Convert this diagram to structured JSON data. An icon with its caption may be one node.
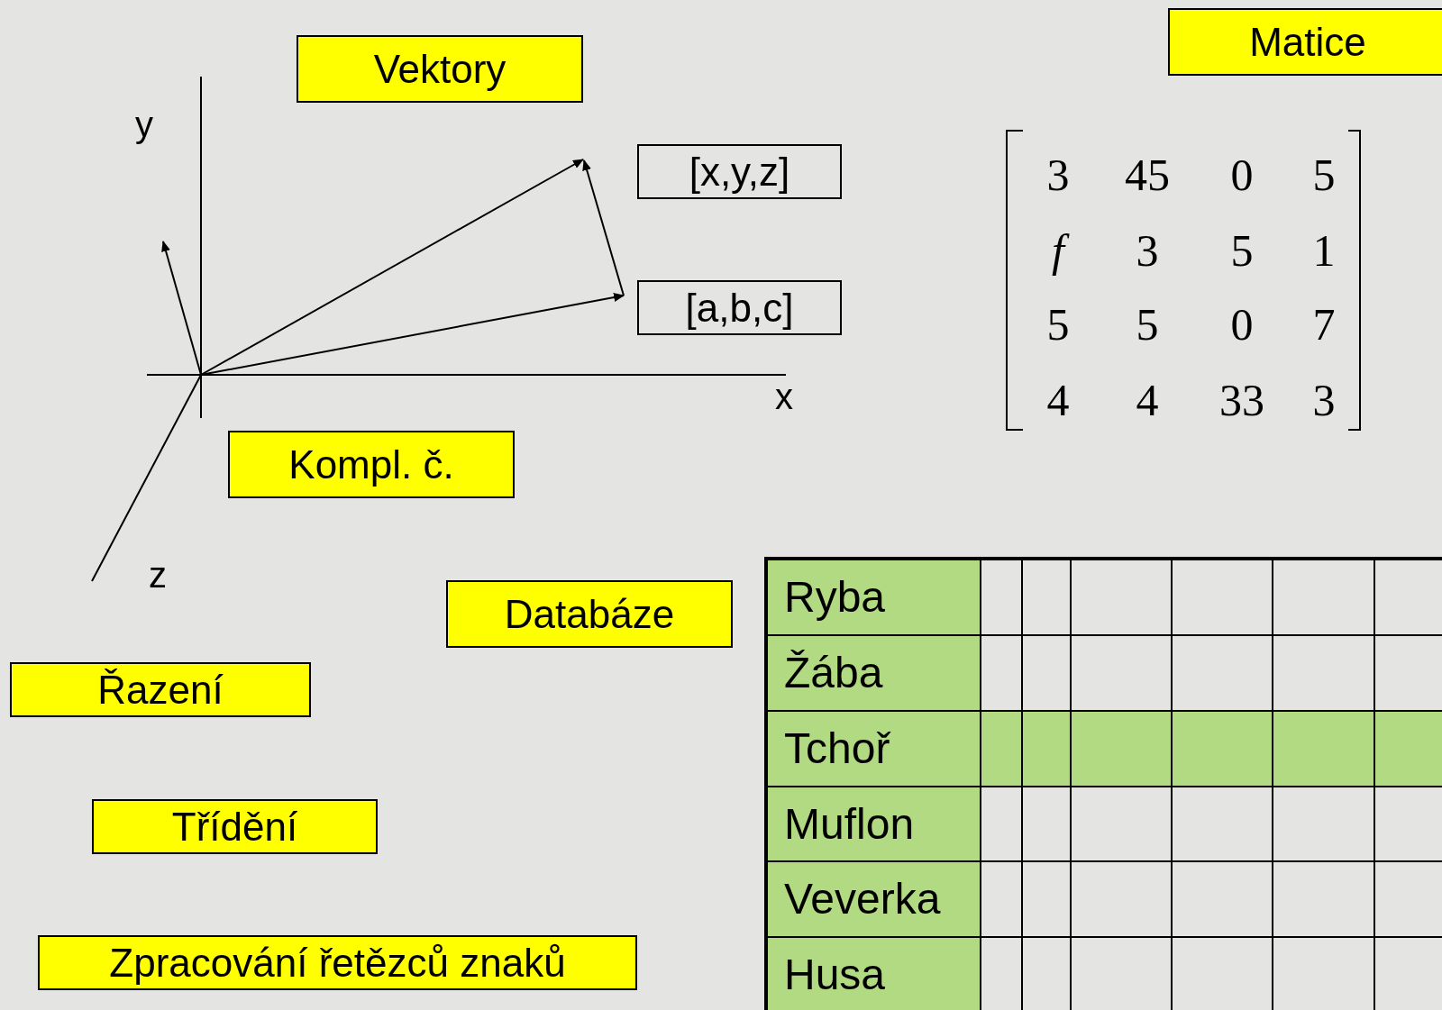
{
  "diagram": {
    "nodes": [
      {
        "text": [
          "Vektory"
        ]
      },
      {
        "text": [
          "Matice"
        ]
      },
      {
        "text": [
          "[x,y,z]"
        ]
      },
      {
        "text": [
          "[a,b,c]"
        ]
      },
      {
        "text": [
          "Kompl. č."
        ]
      },
      {
        "text": [
          "Databáze"
        ]
      },
      {
        "text": [
          "Řazení"
        ]
      },
      {
        "text": [
          "Třídění"
        ]
      },
      {
        "text": [
          "Zpracování řetězců znaků"
        ]
      }
    ],
    "labels": [
      "y",
      "x",
      "z",
      "3",
      "45",
      "0",
      "5",
      "f",
      "3",
      "5",
      "1",
      "5",
      "5",
      "0",
      "7",
      "4",
      "4",
      "33",
      "3",
      "Ryba",
      "Žába",
      "Tchoř",
      "Muflon",
      "Veverka",
      "Husa"
    ]
  }
}
